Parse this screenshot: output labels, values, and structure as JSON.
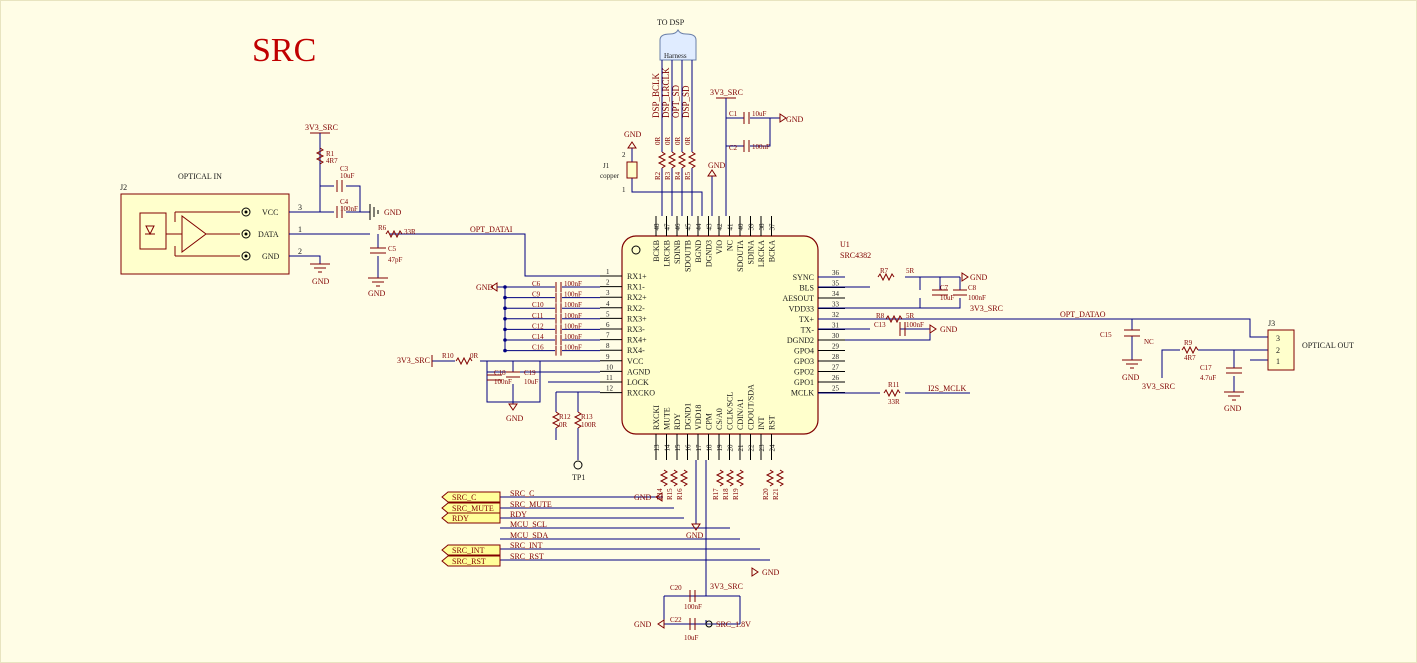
{
  "title": "SRC",
  "harness": {
    "header": "TO DSP",
    "label": "Harness"
  },
  "optical_in": {
    "title": "OPTICAL IN",
    "ref": "J2",
    "pins": [
      "3",
      "1",
      "2"
    ],
    "signals": [
      "VCC",
      "DATA",
      "GND"
    ]
  },
  "optical_out": {
    "title": "OPTICAL OUT",
    "ref": "J3",
    "pins": [
      "3",
      "2",
      "1"
    ]
  },
  "ic": {
    "ref": "U1",
    "part": "SRC4382",
    "left_pins": [
      {
        "num": "1",
        "name": "RX1+"
      },
      {
        "num": "2",
        "name": "RX1-"
      },
      {
        "num": "3",
        "name": "RX2+"
      },
      {
        "num": "4",
        "name": "RX2-"
      },
      {
        "num": "5",
        "name": "RX3+"
      },
      {
        "num": "6",
        "name": "RX3-"
      },
      {
        "num": "7",
        "name": "RX4+"
      },
      {
        "num": "8",
        "name": "RX4-"
      },
      {
        "num": "9",
        "name": "VCC"
      },
      {
        "num": "10",
        "name": "AGND"
      },
      {
        "num": "11",
        "name": "LOCK"
      },
      {
        "num": "12",
        "name": "RXCKO"
      }
    ],
    "right_pins": [
      {
        "num": "36",
        "name": "SYNC"
      },
      {
        "num": "35",
        "name": "BLS"
      },
      {
        "num": "34",
        "name": "AESOUT"
      },
      {
        "num": "33",
        "name": "VDD33"
      },
      {
        "num": "32",
        "name": "TX+"
      },
      {
        "num": "31",
        "name": "TX-"
      },
      {
        "num": "30",
        "name": "DGND2"
      },
      {
        "num": "29",
        "name": "GPO4"
      },
      {
        "num": "28",
        "name": "GPO3"
      },
      {
        "num": "27",
        "name": "GPO2"
      },
      {
        "num": "26",
        "name": "GPO1"
      },
      {
        "num": "25",
        "name": "MCLK"
      }
    ],
    "top_pins": [
      {
        "num": "48",
        "name": "BCKB"
      },
      {
        "num": "47",
        "name": "LRCKB"
      },
      {
        "num": "46",
        "name": "SDINB"
      },
      {
        "num": "45",
        "name": "SDOUTB"
      },
      {
        "num": "44",
        "name": "BGND"
      },
      {
        "num": "43",
        "name": "DGND3"
      },
      {
        "num": "42",
        "name": "VIO"
      },
      {
        "num": "41",
        "name": "NC"
      },
      {
        "num": "40",
        "name": "SDOUTA"
      },
      {
        "num": "39",
        "name": "SDINA"
      },
      {
        "num": "38",
        "name": "LRCKA"
      },
      {
        "num": "37",
        "name": "BCKA"
      }
    ],
    "bottom_pins": [
      {
        "num": "13",
        "name": "RXCKI"
      },
      {
        "num": "14",
        "name": "MUTE"
      },
      {
        "num": "15",
        "name": "RDY"
      },
      {
        "num": "16",
        "name": "DGND1"
      },
      {
        "num": "17",
        "name": "VDD18"
      },
      {
        "num": "18",
        "name": "CPM"
      },
      {
        "num": "19",
        "name": "CS/A0"
      },
      {
        "num": "20",
        "name": "CCLK/SCL"
      },
      {
        "num": "21",
        "name": "CDIN/A1"
      },
      {
        "num": "22",
        "name": "CDOUT/SDA"
      },
      {
        "num": "23",
        "name": "INT"
      },
      {
        "num": "24",
        "name": "RST"
      }
    ]
  },
  "top_signals": [
    "DSP_BCLK",
    "DSP_LRCLK",
    "OPT_SD",
    "DSP_SD"
  ],
  "rx_caps": [
    {
      "ref": "C6",
      "val": "100nF"
    },
    {
      "ref": "C9",
      "val": "100nF"
    },
    {
      "ref": "C10",
      "val": "100nF"
    },
    {
      "ref": "C11",
      "val": "100nF"
    },
    {
      "ref": "C12",
      "val": "100nF"
    },
    {
      "ref": "C14",
      "val": "100nF"
    },
    {
      "ref": "C16",
      "val": "100nF"
    }
  ],
  "ports": [
    "SRC_C",
    "SRC_MUTE",
    "RDY",
    "SRC_INT",
    "SRC_RST"
  ],
  "bottom_nets": [
    "SRC_C",
    "SRC_MUTE",
    "RDY",
    "MCU_SCL",
    "MCU_SDA",
    "SRC_INT",
    "SRC_RST"
  ],
  "nets": {
    "v33": "3V3_SRC",
    "gnd": "GND",
    "v18": "SRC_1.8V",
    "opt_datai": "OPT_DATAI",
    "opt_datao": "OPT_DATAO",
    "mclk": "I2S_MCLK"
  },
  "parts": {
    "r1": "R1",
    "r1v": "4R7",
    "c3": "C3",
    "c3v": "10uF",
    "c4": "C4",
    "c4v": "100nF",
    "r6": "R6",
    "r6v": "33R",
    "c5": "C5",
    "c5v": "47pF",
    "r10": "R10",
    "r10v": "0R",
    "c18": "C18",
    "c18v": "100nF",
    "c19": "C19",
    "c19v": "10uF",
    "r12": "R12",
    "r12v": "0R",
    "r13": "R13",
    "r13v": "100R",
    "tp1": "TP1",
    "j1": "J1",
    "j1v": "copper",
    "j1p2": "2",
    "j1p1": "1",
    "c1": "C1",
    "c1v": "10uF",
    "c2": "C2",
    "c2v": "100nF",
    "r7": "R7",
    "r7v": "5R",
    "c7": "C7",
    "c7v": "10uF",
    "c8": "C8",
    "c8v": "100nF",
    "r8": "R8",
    "r8v": "5R",
    "c13": "C13",
    "c13v": "100nF",
    "r11": "R11",
    "r11v": "33R",
    "c15": "C15",
    "c15v": "NC",
    "r9": "R9",
    "r9v": "4R7",
    "c17": "C17",
    "c17v": "4.7uF",
    "c20": "C20",
    "c20v": "100nF",
    "c22": "C22",
    "c22v": "10uF",
    "top_res": [
      "R2",
      "R3",
      "R4",
      "R5"
    ],
    "zero": "0R",
    "bottom_res": [
      "R14",
      "R15",
      "R16",
      "R17",
      "R18",
      "R19",
      "R20",
      "R21"
    ]
  }
}
